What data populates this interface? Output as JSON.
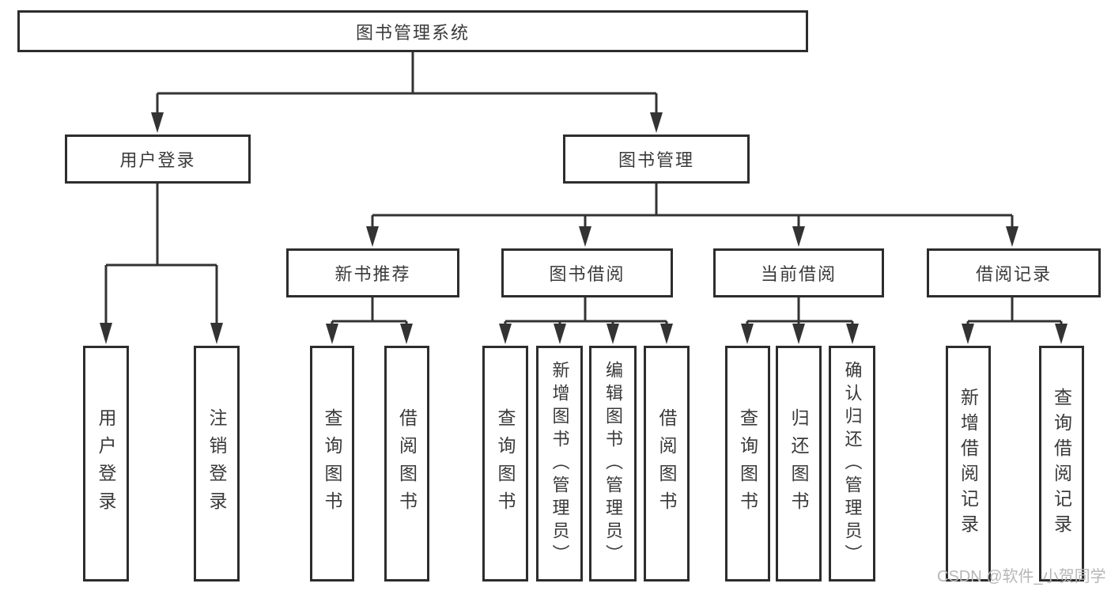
{
  "diagram": {
    "root": {
      "label": "图书管理系统"
    },
    "level2": [
      {
        "label": "用户登录"
      },
      {
        "label": "图书管理"
      }
    ],
    "level3": [
      {
        "label": "新书推荐"
      },
      {
        "label": "图书借阅"
      },
      {
        "label": "当前借阅"
      },
      {
        "label": "借阅记录"
      }
    ],
    "leaves": {
      "user_login": [
        {
          "label": "用户登录"
        },
        {
          "label": "注销登录"
        }
      ],
      "new_book": [
        {
          "label": "查询图书"
        },
        {
          "label": "借阅图书"
        }
      ],
      "book_borrowing": [
        {
          "label": "查询图书"
        },
        {
          "label": "新增图书（管理员）"
        },
        {
          "label": "编辑图书（管理员）"
        },
        {
          "label": "借阅图书"
        }
      ],
      "current_borrowing": [
        {
          "label": "查询图书"
        },
        {
          "label": "归还图书"
        },
        {
          "label": "确认归还（管理员）"
        }
      ],
      "borrowing_records": [
        {
          "label": "新增借阅记录"
        },
        {
          "label": "查询借阅记录"
        }
      ]
    },
    "colors": {
      "line": "#333333",
      "box_border": "#2d2d2d",
      "text": "#3a3a3a",
      "background": "#ffffff",
      "watermark": "#b7b7b7"
    },
    "watermark": "CSDN @软件_小贺同学"
  }
}
